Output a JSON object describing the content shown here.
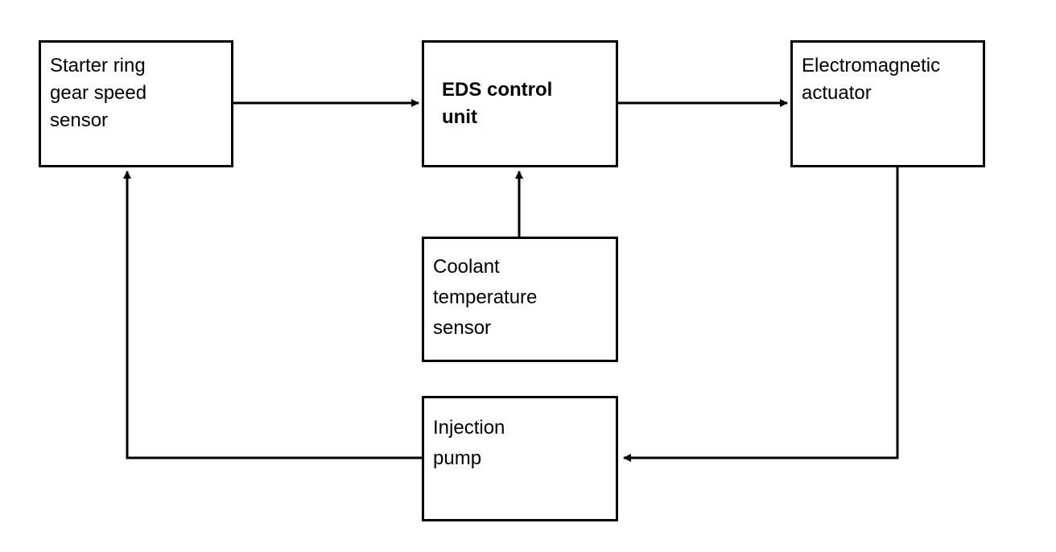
{
  "nodes": {
    "starter_sensor": {
      "lines": [
        "Starter ring",
        "gear speed",
        "sensor"
      ]
    },
    "eds_control_unit": {
      "lines": [
        "EDS control",
        "unit"
      ]
    },
    "actuator": {
      "lines": [
        "Electromagnetic",
        "actuator"
      ]
    },
    "coolant_sensor": {
      "lines": [
        "Coolant",
        "temperature",
        "sensor"
      ]
    },
    "injection_pump": {
      "lines": [
        "Injection",
        "pump"
      ]
    }
  },
  "edges": [
    {
      "from": "Starter ring gear speed sensor",
      "to": "EDS control unit"
    },
    {
      "from": "EDS control unit",
      "to": "Electromagnetic actuator"
    },
    {
      "from": "Coolant temperature sensor",
      "to": "EDS control unit"
    },
    {
      "from": "Electromagnetic actuator",
      "to": "Injection pump"
    },
    {
      "from": "Injection pump",
      "to": "Starter ring gear speed sensor"
    }
  ],
  "colors": {
    "stroke": "#000000",
    "background": "#ffffff"
  }
}
